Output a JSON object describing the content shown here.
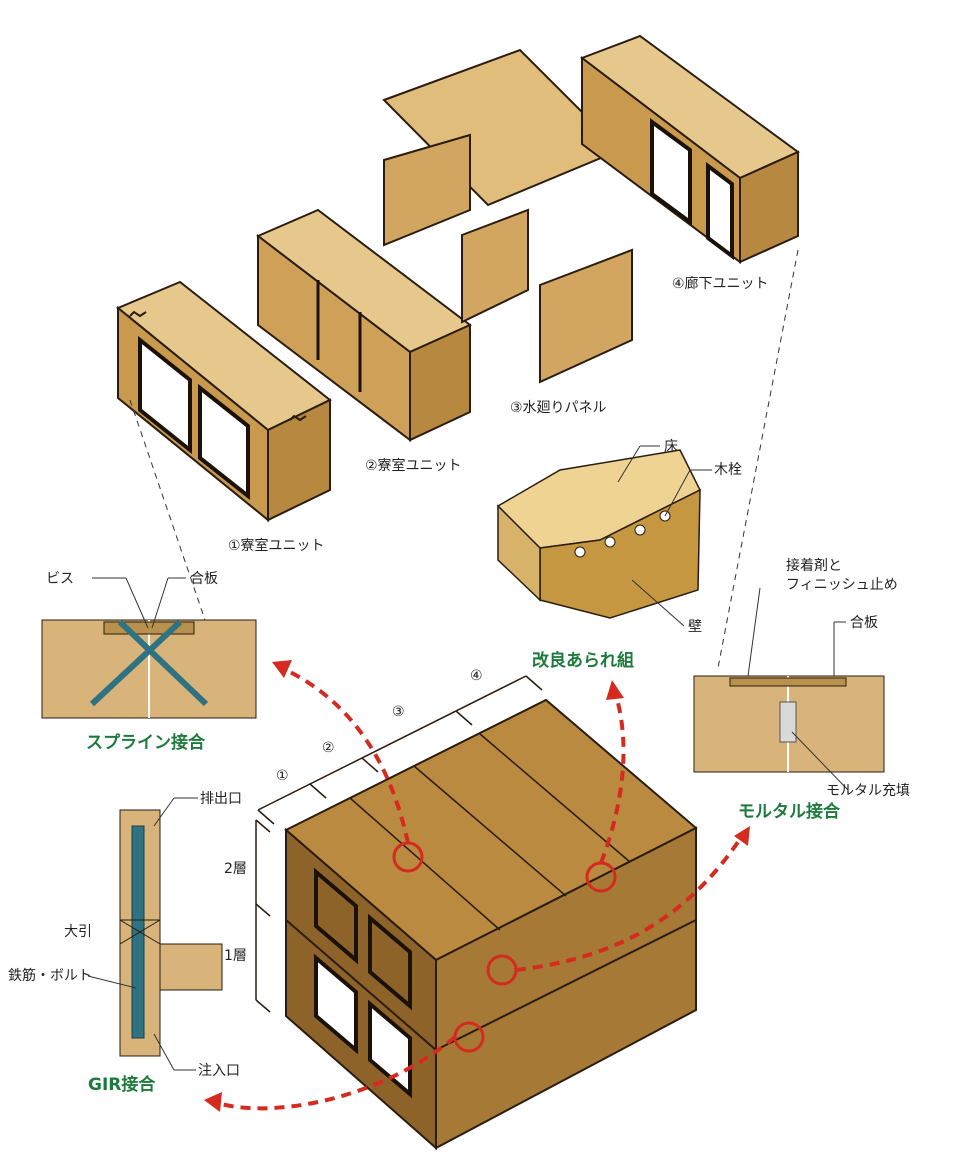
{
  "colors": {
    "wood_light": "#e2c07a",
    "wood_mid": "#c9994a",
    "wood_dark": "#8a6128",
    "panel_face": "#d8b37a",
    "edge": "#2a1c10",
    "leader": "#333333",
    "joint_green": "#1e7a3c",
    "arrow_red": "#d42a1f",
    "steel": "#2f7282"
  },
  "exploded_units": {
    "unit1": "①寮室ユニット",
    "unit2": "②寮室ユニット",
    "unit3": "③水廻りパネル",
    "unit4": "④廊下ユニット"
  },
  "kanawa_detail": {
    "title": "改良あられ組",
    "floor": "床",
    "dowel": "木栓",
    "wall": "壁"
  },
  "spline_detail": {
    "title": "スプライン接合",
    "screw": "ビス",
    "plywood": "合板"
  },
  "mortar_detail": {
    "title": "モルタル接合",
    "adhesive_line1": "接着剤と",
    "adhesive_line2": "フィニッシュ止め",
    "plywood": "合板",
    "mortar": "モルタル充填"
  },
  "gir_detail": {
    "title": "GIR接合",
    "outlet": "排出口",
    "beam": "大引",
    "rebar": "鉄筋・ボルト",
    "inlet": "注入口"
  },
  "assembly": {
    "floor2": "2層",
    "floor1": "1層",
    "n1": "①",
    "n2": "②",
    "n3": "③",
    "n4": "④"
  }
}
